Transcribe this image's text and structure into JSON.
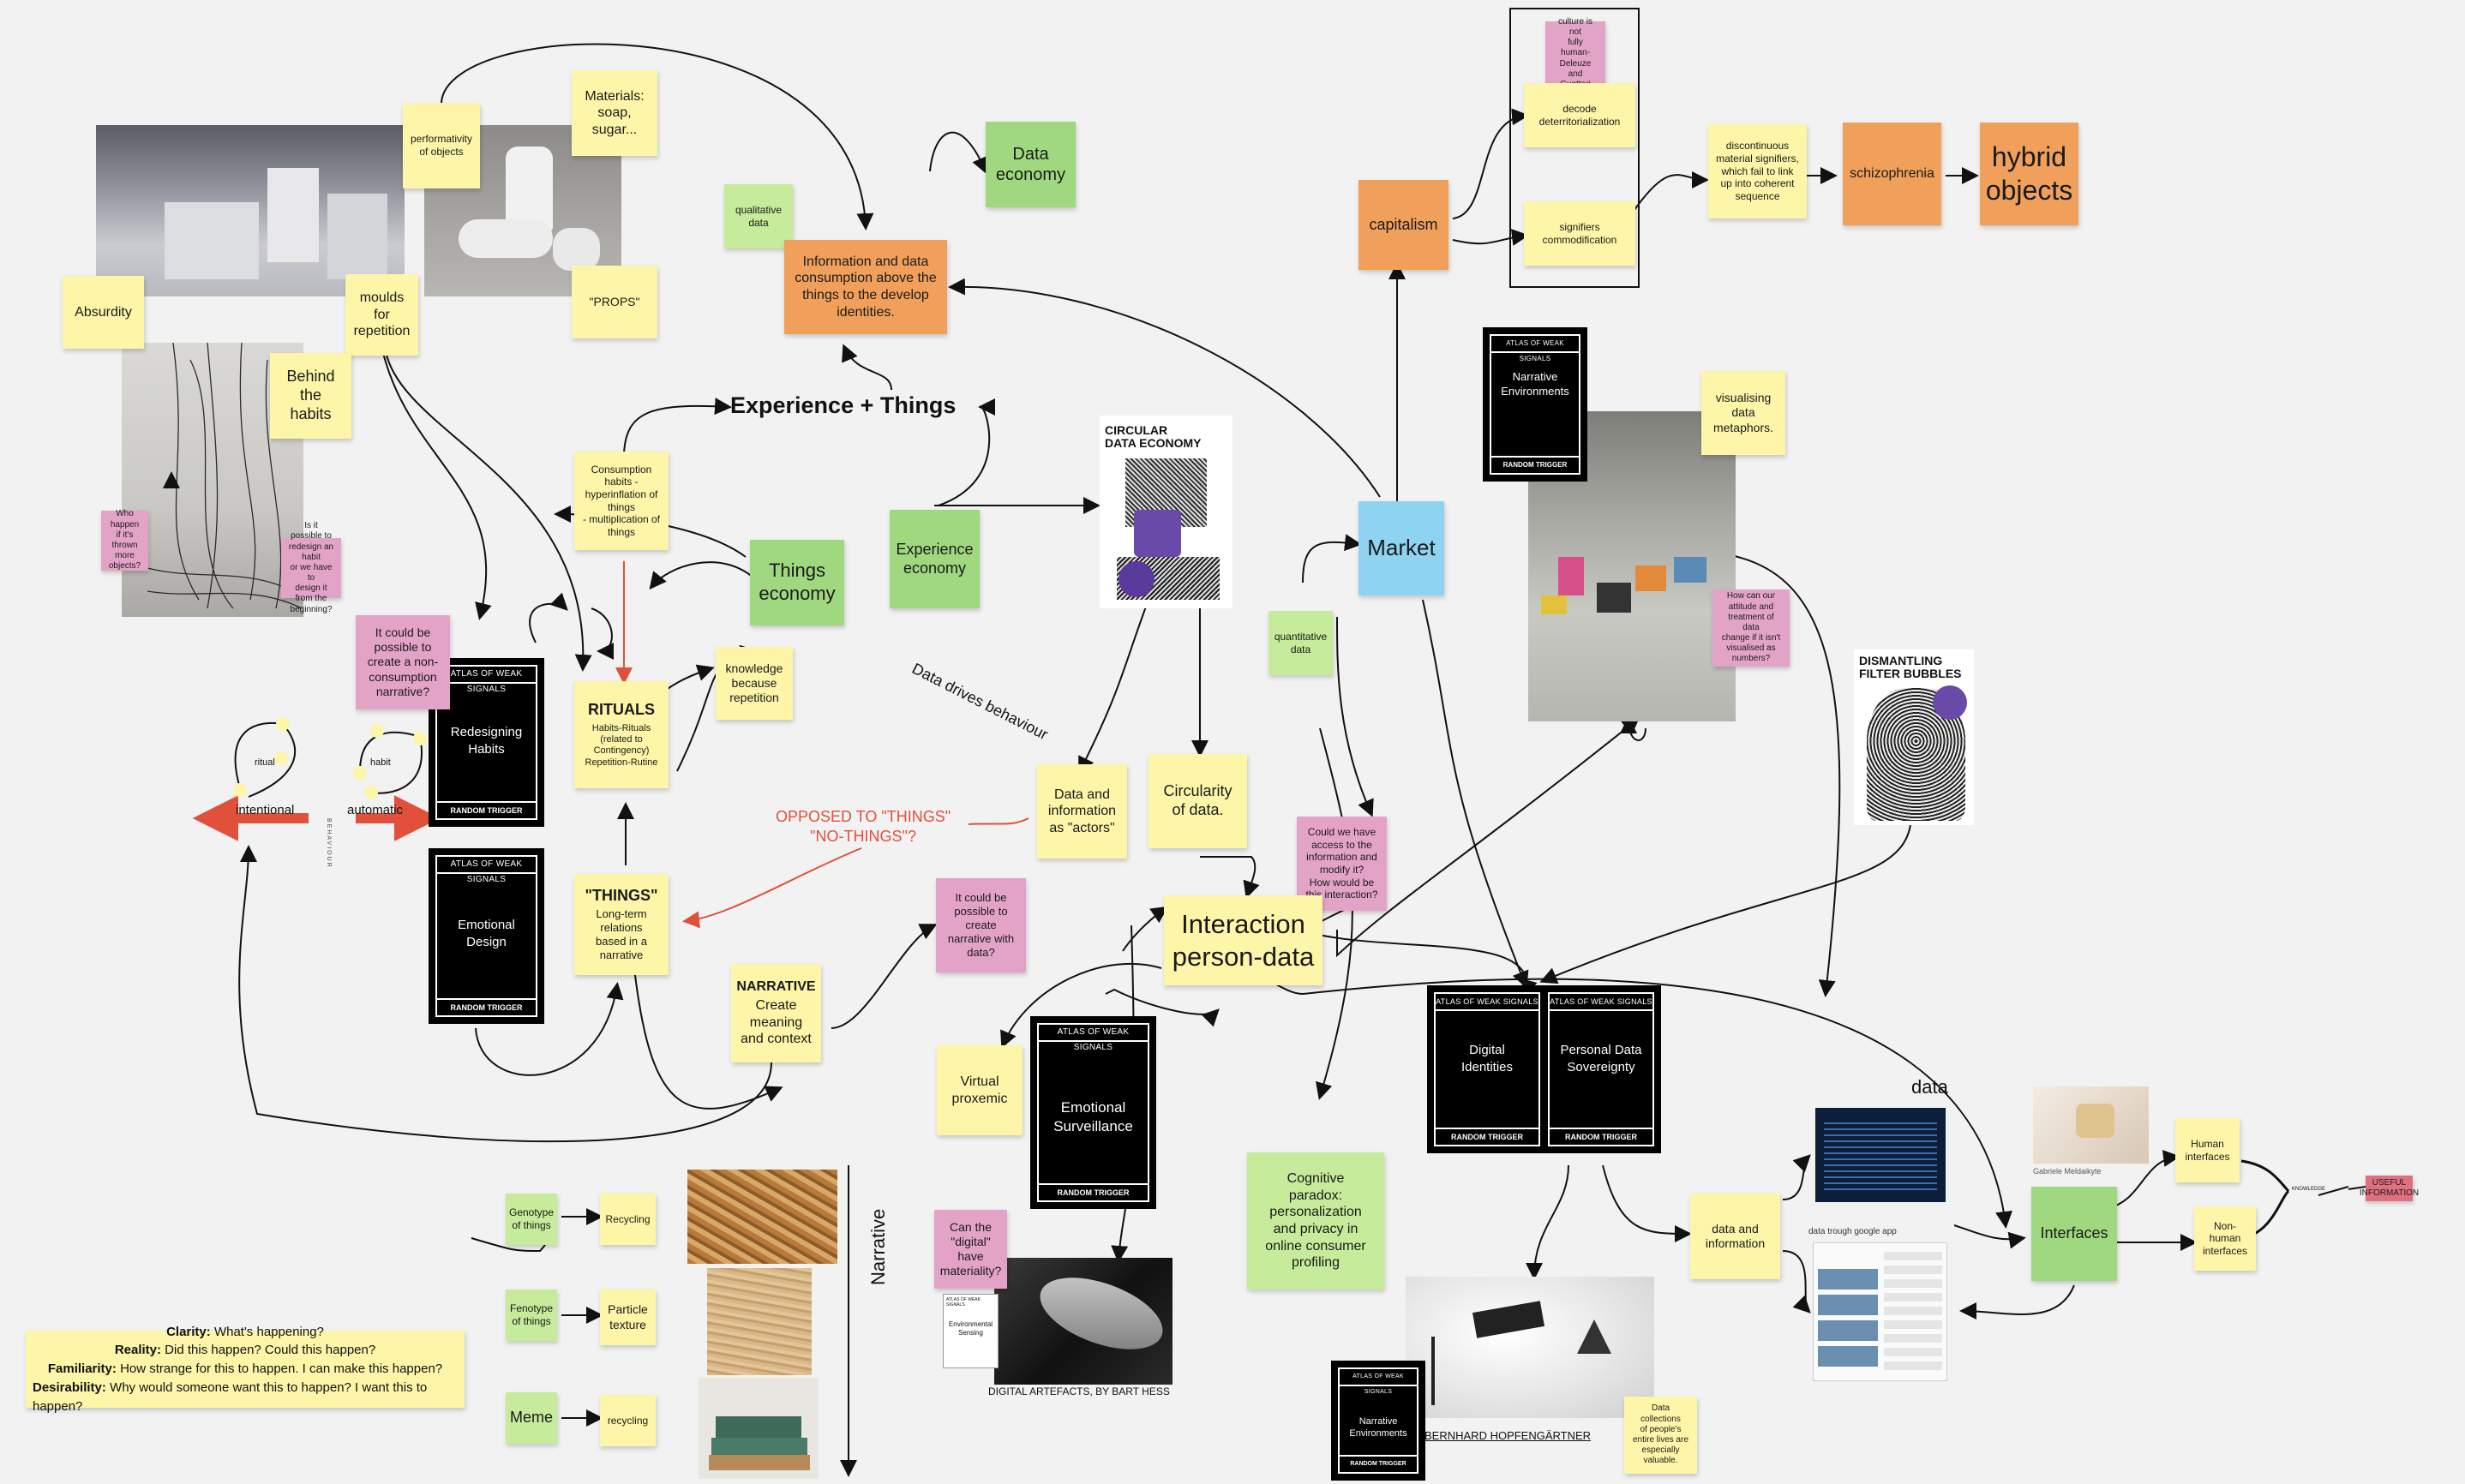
{
  "card_header": "ATLAS OF WEAK SIGNALS",
  "card_footer": "RANDOM TRIGGER",
  "notes": {
    "performativity": "performativity\nof objects",
    "materials": "Materials:\nsoap,\nsugar...",
    "absurdity": "Absurdity",
    "moulds": "moulds\nfor\nrepetition",
    "props": "\"PROPS\"",
    "behind_habits": "Behind\nthe\nhabits",
    "qualitative": "qualitative\ndata",
    "information_consumption": "Information and data consumption above the things to the develop identities.",
    "data_economy": "Data\neconomy",
    "consumption_habits": "Consumption\nhabits -\nhyperinflation of\nthings\n- multiplication of\nthings",
    "things_economy": "Things\neconomy",
    "experience_economy": "Experience\neconomy",
    "culture_not_human": "culture is not\nfully human-\nDeleuze and\nGuattari",
    "decode": "decode\ndeterritorialization",
    "signifiers": "signifiers\ncommodification",
    "capitalism": "capitalism",
    "discontinuous": "discontinuous\nmaterial signifiers,\nwhich fail to link\nup into coherent\nsequence",
    "schizophrenia": "schizophrenia",
    "hybrid_objects": "hybrid\nobjects",
    "visualising": "visualising\ndata\nmetaphors.",
    "market": "Market",
    "who_happen": "Who\nhappen if it's\nthrown more\nobjects?",
    "is_it_possible": "Is it possible to\nredesign an habit\nor we have to\ndesign it from the\nbeginning?",
    "could_create_nonconsumption": "It could be\npossible to\ncreate a non-\nconsumption\nnarrative?",
    "rituals": "RITUALS",
    "rituals_sub": "Habits-Rituals\n(related to\nContingency)\nRepetition-Rutine",
    "knowledge_repetition": "knowledge\nbecause\nrepetition",
    "quantitative": "quantitative\ndata",
    "how_attitude": "How can our\nattitude and\ntreatment of data\nchange if it isn't\nvisualised as\nnumbers?",
    "data_actors": "Data and\ninformation\nas \"actors\"",
    "circularity": "Circularity\nof data.",
    "could_access": "Could we have\naccess to the\ninformation and\nmodify it?\nHow would be\nthis interaction?",
    "things_quote": "\"THINGS\"",
    "things_sub": "Long-term\nrelations\nbased in a\nnarrative",
    "could_narrative_data": "It could be\npossible to\ncreate\nnarrative with\ndata?",
    "interaction": "Interaction\nperson-data",
    "narrative": "NARRATIVE",
    "narrative_sub": "Create\nmeaning\nand context",
    "virtual_proxemic": "Virtual\nproxemic",
    "can_digital": "Can the\n\"digital\"\nhave\nmateriality?",
    "cognitive": "Cognitive\nparadox:\npersonalization\nand privacy in\nonline consumer\nprofiling",
    "data_and_info": "data and\ninformation",
    "human_interfaces": "Human\ninterfaces",
    "nonhuman_interfaces": "Non-\nhuman\ninterfaces",
    "interfaces": "Interfaces",
    "useful_information": "USEFUL\nINFORMATION",
    "genotype": "Genotype\nof things",
    "recycling1": "Recycling",
    "fenotype": "Fenotype\nof things",
    "particle": "Particle\ntexture",
    "meme": "Meme",
    "recycling2": "recycling",
    "data_collections": "Data collections\nof people's\nentire lives are\nespecially\nvaluable."
  },
  "cards": {
    "redesigning": "Redesigning\nHabits",
    "emotional_design": "Emotional\nDesign",
    "narrative_env_top": "Narrative\nEnvironments",
    "emotional_surveillance": "Emotional\nSurveillance",
    "digital_identities": "Digital\nIdentities",
    "personal_data": "Personal Data\nSovereignty",
    "narrative_env_bottom": "Narrative\nEnvironments",
    "environmental_sensing": "Environmental\nSensing"
  },
  "texts": {
    "experience_things": "Experience + Things",
    "data_drives": "Data drives behaviour",
    "opposed": "OPPOSED TO \"THINGS\"\n\"NO-THINGS\"?",
    "circular_data_economy": "CIRCULAR\nDATA ECONOMY",
    "dismantling": "DISMANTLING\nFILTER BUBBLES",
    "ritual": "ritual",
    "habit": "habit",
    "intentional": "intentional",
    "automatic": "automatic",
    "behaviour_vertical": "BEHAVIOUR",
    "narrative_vertical": "Narrative",
    "data_heading": "data",
    "data_google": "data trough google app",
    "gabriele": "Gabriele Meldaikyte",
    "knowledge": "KNOWLEDGE",
    "digital_artefacts": "DIGITAL ARTEFACTS, BY BART HESS",
    "bernhard": "BERNHARD HOPFENGÄRTNER",
    "clarity_label": "Clarity:",
    "clarity_text": "What's happening?",
    "reality_label": "Reality:",
    "reality_text": "Did this happen? Could this happen?",
    "familiarity_label": "Familiarity:",
    "familiarity_text": "How strange for this to happen. I can make this happen?",
    "desirability_label": "Desirability:",
    "desirability_text": "Why would someone want this to happen? I want this to happen?"
  },
  "colors": {
    "yellow": "#fdf6a8",
    "green": "#9fd87e",
    "orange": "#f0a05a",
    "pink": "#e3a3c7",
    "blue": "#8fd3f2",
    "red_accent": "#e0503a"
  }
}
